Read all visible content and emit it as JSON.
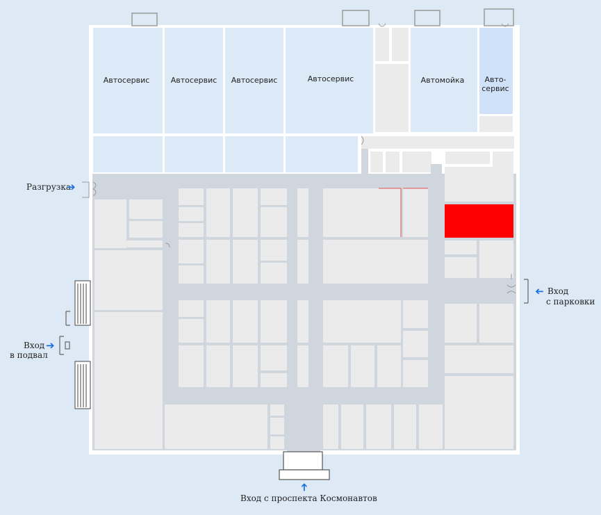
{
  "rooms": {
    "autoservice_1": "Автосервис",
    "autoservice_2": "Автосервис",
    "autoservice_3": "Автосервис",
    "autoservice_4": "Автосервис",
    "carwash": "Автомойка",
    "autoservice_5_line1": "Авто-",
    "autoservice_5_line2": "сервис"
  },
  "entrances": {
    "unloading": "Разгрузка",
    "basement_line1": "Вход",
    "basement_line2": "в подвал",
    "parking_line1": "Вход",
    "parking_line2": "с парковки",
    "main": "Вход с проспекта Космонавтов"
  },
  "colors": {
    "background": "#dde9f5",
    "service_room": "#dce9f6",
    "service_room_highlight": "#cfe2fa",
    "room": "#ebebeb",
    "corridor": "#cfd6dd",
    "wall": "#ffffff",
    "selected_room": "#ff0000",
    "arrow": "#1a6fe0"
  },
  "icons": {
    "entrance_arrow": "arrow-icon"
  }
}
